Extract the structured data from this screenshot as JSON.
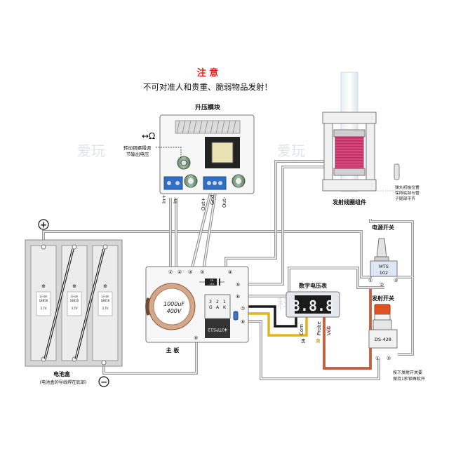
{
  "warning": {
    "title": "注 意",
    "text": "不可对准人和贵重、脆弱物品发射！"
  },
  "watermark": {
    "text_a": "爱玩",
    "text_b": "爱玩",
    "text_c": "科普"
  },
  "boost_module": {
    "title": "升压模块",
    "adjust_note_1": "转动铜螺帽调",
    "adjust_note_2": "节输出电压",
    "pin_in_plus": "In+",
    "pin_in_minus": "In-",
    "pin_out_plus": "Out+",
    "pin_gnd": "Gnd",
    "pin_out_minus": "Out-"
  },
  "coil": {
    "title": "发射线圈组件",
    "note_1": "弹丸初始位置",
    "note_2": "保持底部与管",
    "note_3": "子尾部平齐"
  },
  "power_switch": {
    "title": "电源开关",
    "brand": "MTS",
    "model": "102",
    "pins": [
      "①",
      "②",
      "③"
    ]
  },
  "fire_switch": {
    "title": "发射开关",
    "model": "DS-428",
    "pins": [
      "①",
      "②"
    ],
    "note_1": "按下发射开关要",
    "note_2": "保持1秒钟再松开"
  },
  "voltmeter": {
    "title": "数字电压表",
    "digits": "8.8.8",
    "label_com": "Com",
    "label_probe": "Probe",
    "label_vcc": "Vcc",
    "color_black": "黑",
    "color_yellow": "黄",
    "color_red": "红"
  },
  "main_board": {
    "title": "主 板",
    "cap_value": "1000uF",
    "cap_voltage": "400V",
    "diode_label": "FR\n107",
    "scr_label": "40TPS12",
    "scr_pins": [
      "3",
      "2",
      "1"
    ],
    "scr_pin_names": [
      "G",
      "A",
      "K"
    ],
    "pins": [
      "①",
      "②",
      "③",
      "④",
      "⑤",
      "⑥",
      "⑦",
      "⑧",
      "⑨"
    ]
  },
  "battery_box": {
    "title": "电池盒",
    "note": "(电池盒的导线焊在底部)",
    "cell_type_1": "Li-ion",
    "cell_type_2": "18650",
    "cell_voltage": "3.7V",
    "plus_symbol": "+",
    "minus_symbol": "−",
    "cell_plus": "⊕",
    "cell_minus": "⊖"
  },
  "colors": {
    "wire_grey": "#9a9a9a",
    "wire_black": "#1a1a1a",
    "wire_yellow": "#e3b21d",
    "wire_red": "#a83a1d",
    "board_blue": "#2f6fc4",
    "warning_red": "#e0261b",
    "coil_pink": "#d9487a",
    "copper": "#b07c5c"
  }
}
